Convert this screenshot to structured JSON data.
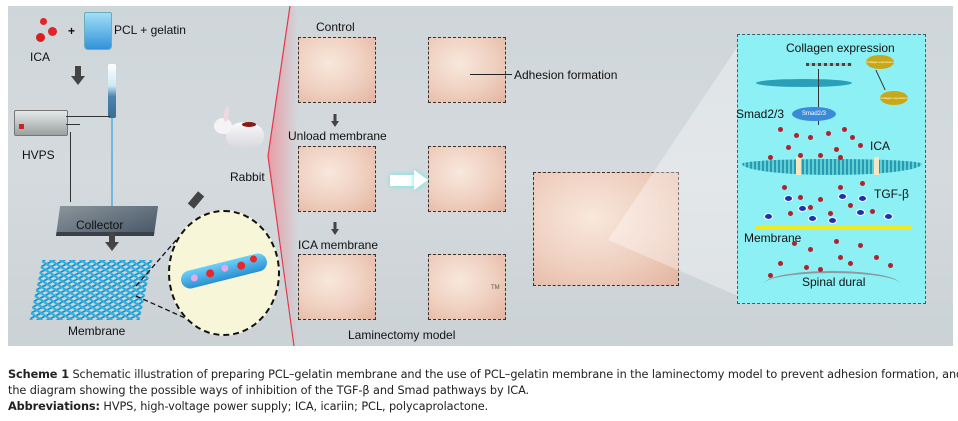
{
  "figure": {
    "labels": {
      "ica": "ICA",
      "pcl_gelatin": "PCL + gelatin",
      "hvps": "HVPS",
      "collector": "Collector",
      "membrane": "Membrane",
      "rabbit": "Rabbit",
      "control": "Control",
      "adhesion_formation": "Adhesion formation",
      "unload_membrane": "Unload membrane",
      "ica_membrane": "ICA membrane",
      "laminectomy_model": "Laminectomy model",
      "tm_mark": "TM"
    },
    "pathway_panel": {
      "collagen_expression": "Collagen expression",
      "collagen_badge_1": "Collagen expression",
      "collagen_badge_2": "Collagen expression",
      "smad_label": "Smad2/3",
      "smad_badge": "Smad2/3",
      "ica": "ICA",
      "tgf_beta": "TGF-β",
      "membrane": "Membrane",
      "spinal_dural": "Spinal dural"
    },
    "colors": {
      "panel_background": "#8cf0f4",
      "ica_dot": "#b0222e",
      "tgf_dot": "#2030b0",
      "membrane_bar": "#f2e81a",
      "arrow_highlight": "#5de8e8"
    }
  },
  "caption": {
    "scheme_label": "Scheme 1",
    "scheme_text_line1": " Schematic illustration of preparing PCL–gelatin membrane and the use of PCL–gelatin membrane in the laminectomy model to prevent adhesion formation, and",
    "scheme_text_line2": "the diagram showing the possible ways of inhibition of the TGF-β and Smad pathways by ICA.",
    "abbreviations_label": "Abbreviations:",
    "abbreviations_text": " HVPS, high-voltage power supply; ICA, icariin; PCL, polycaprolactone."
  }
}
